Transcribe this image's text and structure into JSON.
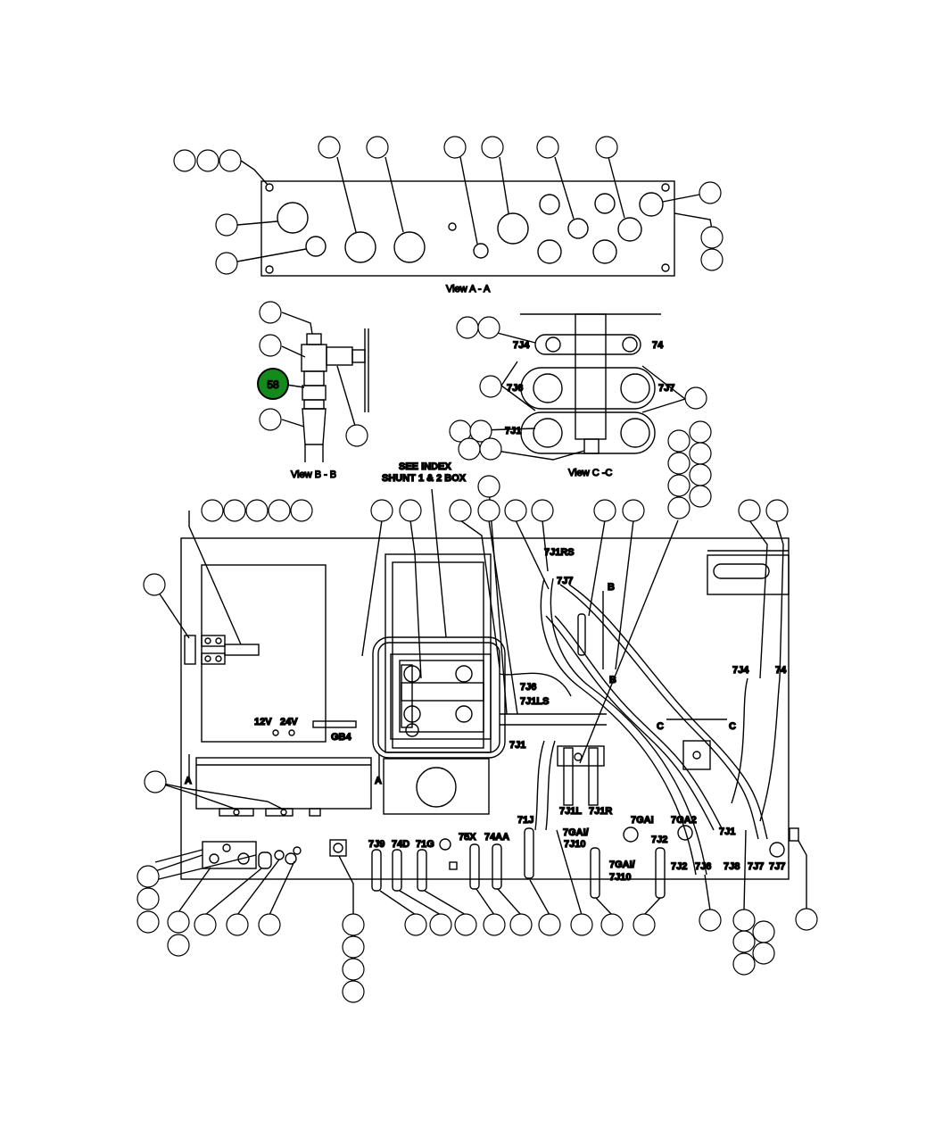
{
  "views": {
    "view_a": "View A - A",
    "view_b": "View B - B",
    "view_c": "View C -C"
  },
  "callout": {
    "highlighted_index": "58"
  },
  "notes": {
    "see_index_1": "SEE INDEX",
    "see_index_2": "SHUNT 1 & 2  BOX"
  },
  "labels": {
    "v_12": "12V",
    "v_24": "24V",
    "gb4": "GB4",
    "sec_a_left": "A",
    "sec_a_right": "A",
    "sec_b_top": "B",
    "sec_b_bottom": "B",
    "sec_c_left": "C",
    "sec_c_right": "C",
    "c_7j4": "7J4",
    "c_74": "74",
    "c_7j6": "7J6",
    "c_7j7": "7J7",
    "c_7j1": "7J1",
    "m_7j1rs": "7J1RS",
    "m_7j7": "7J7",
    "m_7j6": "7J6",
    "m_7j1ls": "7J1LS",
    "m_7j1": "7J1",
    "r_7j4": "7J4",
    "r_74": "74",
    "m_7j1l": "7J1L",
    "m_7j1r": "7J1R",
    "m_7gai": "7GAI",
    "m_7ga2": "7GA2",
    "m_7gai_7j10_1a": "7GAI/",
    "m_7gai_7j10_1b": "7J10",
    "m_7gai_7j10_2a": "7GAI/",
    "m_7gai_7j10_2b": "7J10",
    "m_7j2a": "7J2",
    "m_7j2b": "7J2",
    "m_7j6b": "7J6",
    "m_7j8": "7J8",
    "m_7j7a": "7J7",
    "m_7j7b": "7J7",
    "m_7j1b": "7J1",
    "m_71j": "71J",
    "b_7j9": "7J9",
    "b_74d": "74D",
    "b_71g": "71G",
    "b_75x": "75X",
    "b_74aa": "74AA"
  }
}
